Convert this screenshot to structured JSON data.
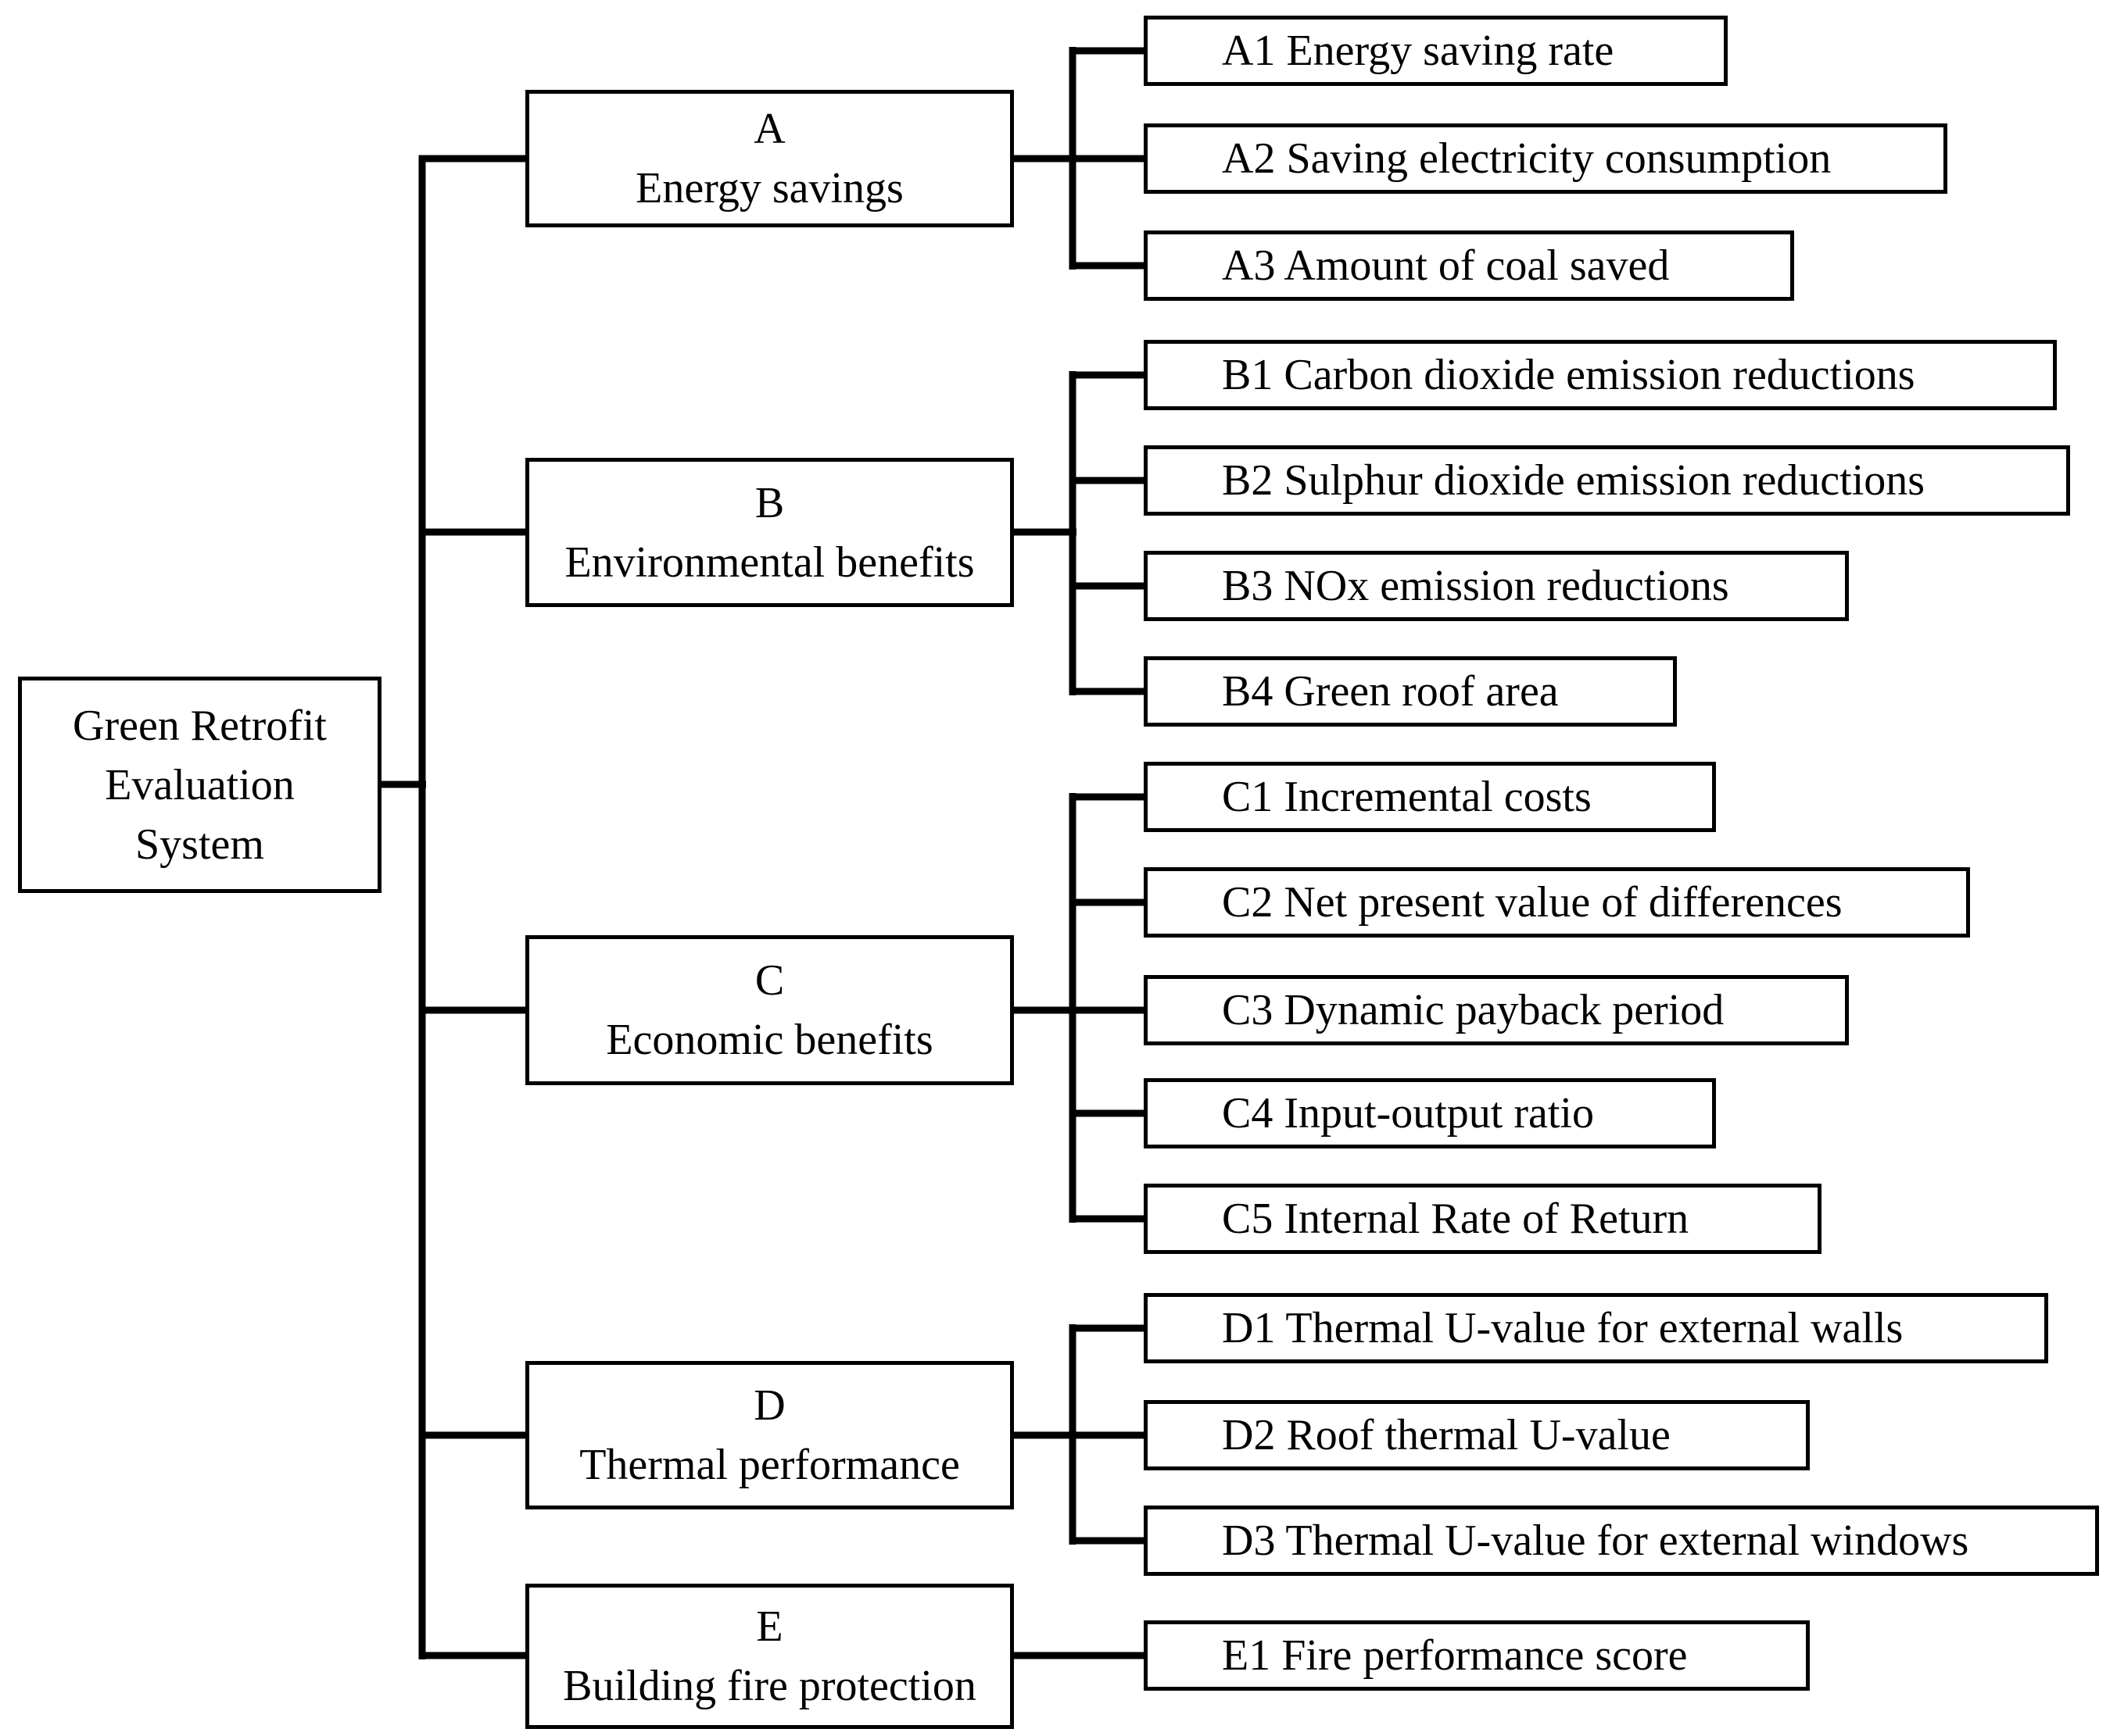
{
  "figure_title": "Green Retrofit Evaluation System hierarchy diagram",
  "root": {
    "label": "Green Retrofit Evaluation System",
    "lines": [
      "Green Retrofit",
      "Evaluation",
      "System"
    ]
  },
  "categories": [
    {
      "code": "A",
      "name": "Energy savings",
      "children": [
        "A1 Energy saving rate",
        "A2 Saving electricity consumption",
        "A3 Amount of coal saved"
      ]
    },
    {
      "code": "B",
      "name": "Environmental benefits",
      "children": [
        "B1 Carbon dioxide emission reductions",
        "B2 Sulphur dioxide emission reductions",
        "B3 NOx emission reductions",
        "B4 Green roof area"
      ]
    },
    {
      "code": "C",
      "name": "Economic benefits",
      "children": [
        "C1 Incremental costs",
        "C2 Net present value of differences",
        "C3 Dynamic payback period",
        "C4 Input-output ratio",
        "C5 Internal Rate of Return"
      ]
    },
    {
      "code": "D",
      "name": "Thermal performance",
      "children": [
        "D1 Thermal U-value for external walls",
        "D2 Roof thermal U-value",
        "D3 Thermal U-value for external windows"
      ]
    },
    {
      "code": "E",
      "name": "Building fire protection",
      "children": [
        "E1 Fire performance score"
      ]
    }
  ],
  "colors": {
    "background": "#ffffff",
    "line": "#000000",
    "box_border": "#000000",
    "text": "#000000"
  }
}
